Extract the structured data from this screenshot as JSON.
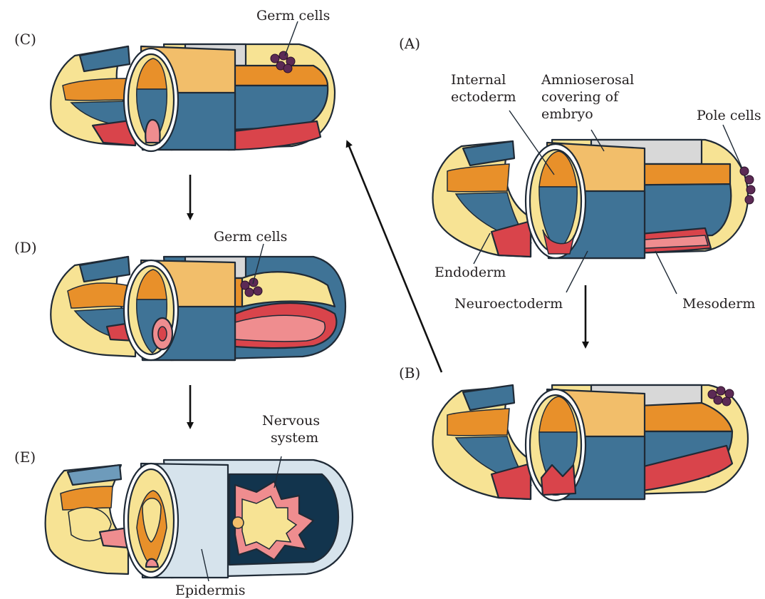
{
  "panels": {
    "a": "(A)",
    "b": "(B)",
    "c": "(C)",
    "d": "(D)",
    "e": "(E)"
  },
  "labels": {
    "germ_cells_c": "Germ cells",
    "germ_cells_d": "Germ cells",
    "internal_ectoderm_1": "Internal",
    "internal_ectoderm_2": "ectoderm",
    "amnioserosal_1": "Amnioserosal",
    "amnioserosal_2": "covering of",
    "amnioserosal_3": "embryo",
    "pole_cells": "Pole cells",
    "endoderm": "Endoderm",
    "neuroectoderm": "Neuroectoderm",
    "mesoderm": "Mesoderm",
    "nervous_system_1": "Nervous",
    "nervous_system_2": "system",
    "epidermis": "Epidermis"
  },
  "colors": {
    "ectoderm_yellow": "#f7e394",
    "endoderm_orange": "#e8902a",
    "internal_light": "#f2be6a",
    "neuroectoderm_blue": "#3f7396",
    "blue_light": "#6e9bbb",
    "mesoderm_red": "#d9444b",
    "mesoderm_pink": "#ef8d8f",
    "amnioserosa_gray": "#d8d8d8",
    "epidermis_pale": "#d6e3ec",
    "germ_cells": "#5c2a55",
    "nervous_dark": "#12344d"
  }
}
